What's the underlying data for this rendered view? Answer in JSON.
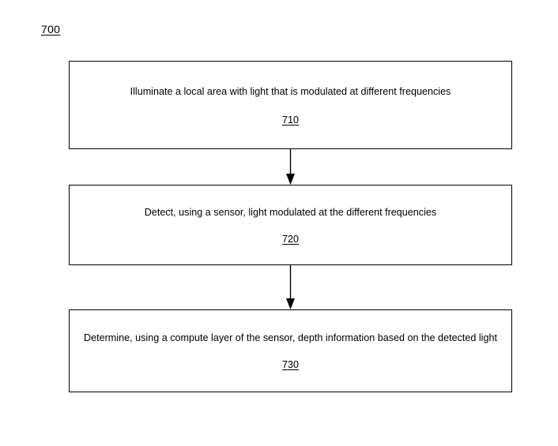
{
  "figure": {
    "label": "700"
  },
  "flow": {
    "steps": [
      {
        "text": "Illuminate a local area with light that is modulated at different frequencies",
        "ref": "710"
      },
      {
        "text": "Detect, using a sensor, light modulated at the different frequencies",
        "ref": "720"
      },
      {
        "text": "Determine, using a compute layer of the sensor, depth information based on the detected light",
        "ref": "730"
      }
    ],
    "connectors": [
      {
        "name": "arrow-710-to-720",
        "direction": "down"
      },
      {
        "name": "arrow-720-to-730",
        "direction": "down"
      }
    ]
  },
  "style": {
    "background_color": "#ffffff",
    "line_color": "#000000",
    "text_color": "#000000"
  }
}
